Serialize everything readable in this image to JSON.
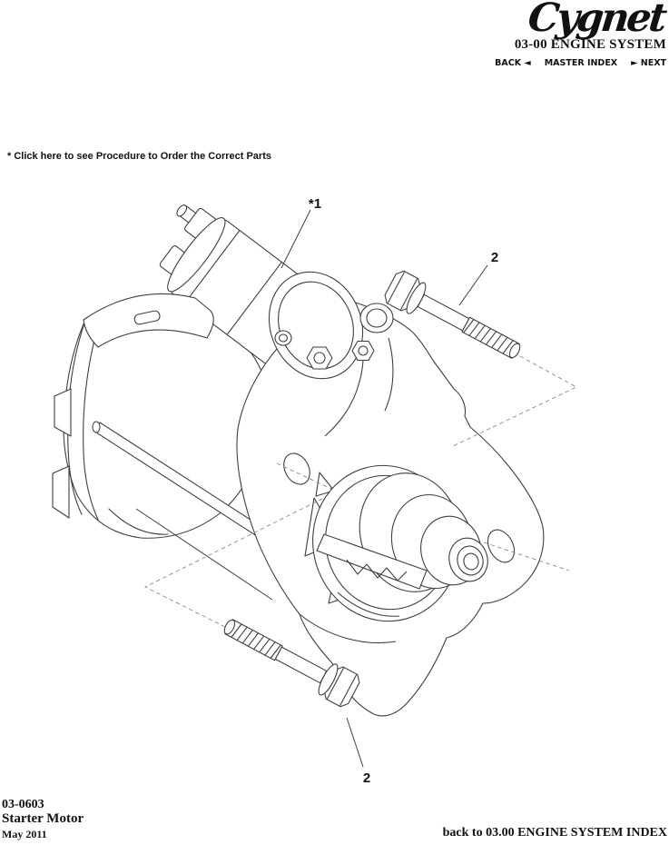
{
  "header": {
    "logo": "Cygnet",
    "system_title": "03-00 ENGINE SYSTEM",
    "nav": {
      "back": "BACK ◄",
      "master_index": "MASTER INDEX",
      "next": "► NEXT"
    }
  },
  "notice": "* Click here to see Procedure to Order the Correct Parts",
  "diagram": {
    "part": "Starter Motor",
    "callouts": [
      {
        "label": "*1"
      },
      {
        "label": "2"
      },
      {
        "label": "2"
      }
    ]
  },
  "footer": {
    "doc_number": "03-0603",
    "part_title": "Starter Motor",
    "date": "May 2011",
    "back_link": "back to 03.00 ENGINE SYSTEM INDEX"
  },
  "colors": {
    "ink": "#111111",
    "drawing_line": "#3f3f3f",
    "dashed_guide": "#8a8a8a",
    "background": "#ffffff"
  }
}
